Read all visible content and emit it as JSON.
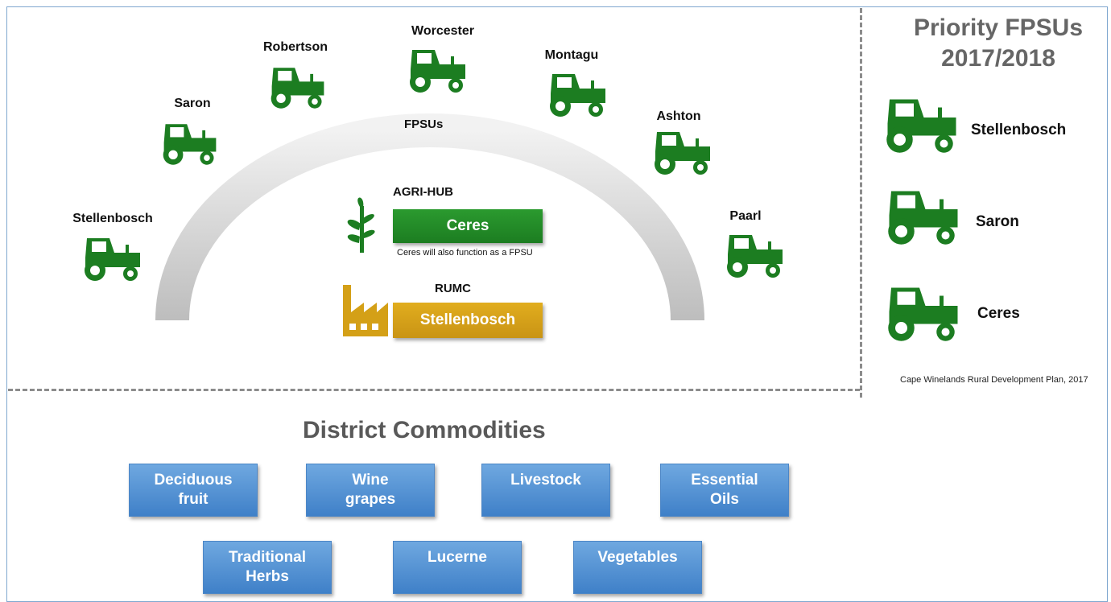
{
  "colors": {
    "tractor_green": "#1c7d21",
    "hub_green": "#2b9a2f",
    "rumc_gold": "#d4a017",
    "commodity_blue": "#4f8fd2",
    "arc_gray": "#c8c8c8"
  },
  "arc_label": "FPSUs",
  "fpsu_towns": [
    {
      "name": "Stellenbosch",
      "icon": "tractor-icon"
    },
    {
      "name": "Saron",
      "icon": "tractor-icon"
    },
    {
      "name": "Robertson",
      "icon": "tractor-icon"
    },
    {
      "name": "Worcester",
      "icon": "tractor-icon"
    },
    {
      "name": "Montagu",
      "icon": "tractor-icon"
    },
    {
      "name": "Ashton",
      "icon": "tractor-icon"
    },
    {
      "name": "Paarl",
      "icon": "tractor-icon"
    }
  ],
  "agri_hub": {
    "label": "AGRI-HUB",
    "town": "Ceres",
    "note": "Ceres will also function as a FPSU",
    "icon": "plant-icon"
  },
  "rumc": {
    "label": "RUMC",
    "town": "Stellenbosch",
    "icon": "factory-icon"
  },
  "priority": {
    "title_line1": "Priority FPSUs",
    "title_line2": "2017/2018",
    "items": [
      "Stellenbosch",
      "Saron",
      "Ceres"
    ],
    "source": "Cape Winelands Rural Development Plan, 2017"
  },
  "commodities": {
    "title": "District Commodities",
    "row1": [
      "Deciduous\nfruit",
      "Wine\ngrapes",
      "Livestock",
      "Essential\nOils"
    ],
    "row2": [
      "Traditional\nHerbs",
      "Lucerne",
      "Vegetables"
    ]
  }
}
